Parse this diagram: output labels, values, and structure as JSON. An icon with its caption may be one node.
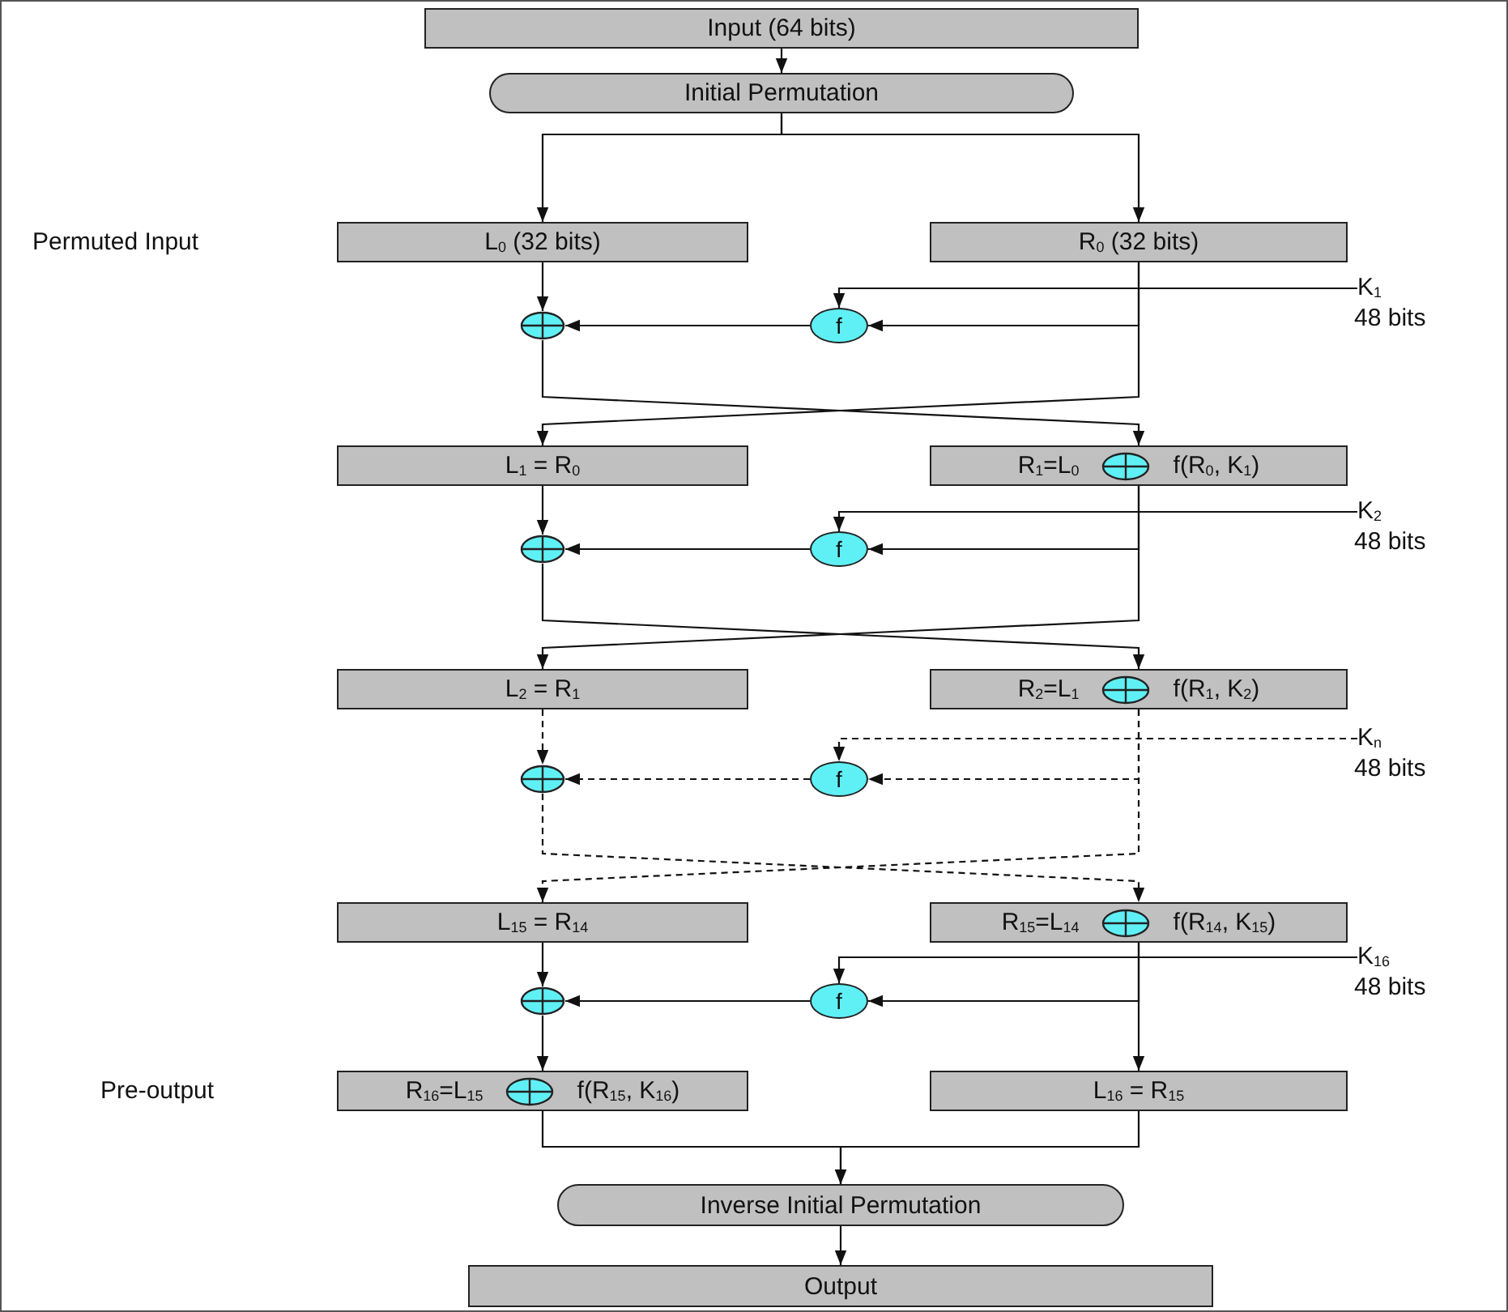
{
  "diagram": {
    "nodes": [
      {
        "text": [
          "Input (64 bits)"
        ]
      },
      {
        "text": [
          "Initial Permutation"
        ]
      },
      {
        "text": [
          "L$_{0}$ (32 bits)"
        ]
      },
      {
        "text": [
          "R$_{0}$ (32 bits)"
        ]
      },
      {
        "text": [
          "K$_{1}$"
        ],
        "beside": [
          "48 bits"
        ]
      },
      {
        "text": [
          "f"
        ]
      },
      {
        "text": [],
        "shape": "circle"
      },
      {
        "text": [
          "L$_{1}$ = R$_{0}$"
        ]
      },
      {
        "text": [
          "R$_{1}$=L$_{0}$",
          "f(R$_{0}$, K$_{1}$)"
        ]
      },
      {
        "text": [
          "K$_{2}$"
        ],
        "beside": [
          "48 bits"
        ]
      },
      {
        "text": [
          "f"
        ]
      },
      {
        "text": [],
        "shape": "circle"
      },
      {
        "text": [
          "L$_{2}$ = R$_{1}$"
        ]
      },
      {
        "text": [
          "R$_{2}$=L$_{1}$",
          "f(R$_{1}$, K$_{2}$)"
        ]
      },
      {
        "text": [
          "K$_{n}$"
        ],
        "beside": [
          "48 bits"
        ]
      },
      {
        "text": [
          "f"
        ]
      },
      {
        "text": [],
        "shape": "circle"
      },
      {
        "text": [
          "L$_{15}$ = R$_{14}$"
        ]
      },
      {
        "text": [
          "R$_{15}$=L$_{14}$",
          "f(R$_{14}$, K$_{15}$)"
        ]
      },
      {
        "text": [
          "K$_{16}$"
        ],
        "beside": [
          "48 bits"
        ]
      },
      {
        "text": [
          "f"
        ]
      },
      {
        "text": [],
        "shape": "circle"
      },
      {
        "text": [
          "R$_{16}$=L$_{15}$",
          "f(R$_{15}$, K$_{16}$)"
        ]
      },
      {
        "text": [
          "L$_{16}$ = R$_{15}$"
        ]
      },
      {
        "text": [
          "Inverse Initial Permutation"
        ]
      },
      {
        "text": [
          "Output"
        ]
      }
    ],
    "edges": [
      {
        "from": 0,
        "to": 1,
        "arrow": "to"
      },
      {
        "from": 1,
        "to": 2,
        "arrow": "to"
      },
      {
        "from": 1,
        "to": 3,
        "arrow": "to"
      },
      {
        "from": 2,
        "to": 6,
        "arrow": "to"
      },
      {
        "from": 3,
        "to": 5,
        "arrow": "to"
      },
      {
        "from": 4,
        "to": 5,
        "arrow": "to"
      },
      {
        "from": 5,
        "to": 6,
        "arrow": "to"
      },
      {
        "from": 6,
        "to": 8,
        "arrow": "to"
      },
      {
        "from": 3,
        "to": 7,
        "arrow": "to"
      },
      {
        "from": 7,
        "to": 11,
        "arrow": "to"
      },
      {
        "from": 8,
        "to": 10,
        "arrow": "to"
      },
      {
        "from": 9,
        "to": 10,
        "arrow": "to"
      },
      {
        "from": 10,
        "to": 11,
        "arrow": "to"
      },
      {
        "from": 11,
        "to": 13,
        "arrow": "to"
      },
      {
        "from": 8,
        "to": 12,
        "arrow": "to"
      },
      {
        "from": 12,
        "to": 16,
        "arrow": "to",
        "style": "dashed"
      },
      {
        "from": 13,
        "to": 15,
        "arrow": "to",
        "style": "dashed"
      },
      {
        "from": 14,
        "to": 15,
        "arrow": "to",
        "style": "dashed"
      },
      {
        "from": 15,
        "to": 16,
        "arrow": "to",
        "style": "dashed"
      },
      {
        "from": 16,
        "to": 18,
        "arrow": "to",
        "style": "dashed"
      },
      {
        "from": 13,
        "to": 17,
        "arrow": "to",
        "style": "dashed"
      },
      {
        "from": 17,
        "to": 21,
        "arrow": "to"
      },
      {
        "from": 18,
        "to": 20,
        "arrow": "to"
      },
      {
        "from": 19,
        "to": 20,
        "arrow": "to"
      },
      {
        "from": 20,
        "to": 21,
        "arrow": "to"
      },
      {
        "from": 21,
        "to": 22,
        "arrow": "to"
      },
      {
        "from": 18,
        "to": 23,
        "arrow": "to"
      },
      {
        "from": 22,
        "to": 24,
        "arrow": "to"
      },
      {
        "from": 23,
        "to": 24,
        "arrow": "to"
      },
      {
        "from": 24,
        "to": 25,
        "arrow": "to"
      }
    ],
    "labels": [
      "Permuted Input",
      "Pre-output"
    ]
  }
}
